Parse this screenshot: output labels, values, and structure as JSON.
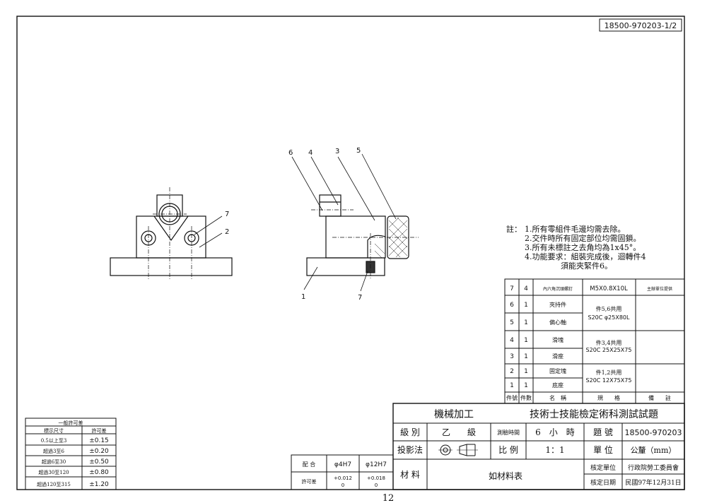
{
  "drawing_number": "18500-970203-1/2",
  "page_number": "12",
  "callouts": {
    "front": [
      "7",
      "2"
    ],
    "side": [
      "6",
      "4",
      "3",
      "5",
      "1",
      "7"
    ]
  },
  "notes": {
    "prefix": "註：",
    "lines": [
      "1.所有零組件毛邊均需去除。",
      "2.交件時所有固定部位均需固鎖。",
      "3.所有未標註之去角均為1x45°。",
      "4.功能要求：組裝完成後，迴轉件4",
      "須能夾緊件6。"
    ]
  },
  "parts_list": {
    "rows": [
      {
        "no": "7",
        "qty": "4",
        "name": "內六角沉頭螺釘",
        "spec": "M5X0.8X10L",
        "remark": "主辦單位提供"
      },
      {
        "no": "6",
        "qty": "1",
        "name": "夾持件",
        "spec": "",
        "remark": ""
      },
      {
        "no": "5",
        "qty": "1",
        "name": "偏心軸",
        "spec": "",
        "remark": ""
      },
      {
        "no": "4",
        "qty": "1",
        "name": "滑塊",
        "spec": "",
        "remark": ""
      },
      {
        "no": "3",
        "qty": "1",
        "name": "滑座",
        "spec": "",
        "remark": ""
      },
      {
        "no": "2",
        "qty": "1",
        "name": "固定塊",
        "spec": "",
        "remark": ""
      },
      {
        "no": "1",
        "qty": "1",
        "name": "底座",
        "spec": "",
        "remark": ""
      }
    ],
    "merged_specs": [
      {
        "line1": "件5,6共用",
        "line2": "S20C φ25X80L"
      },
      {
        "line1": "件3,4共用",
        "line2": "S20C 25X25X75"
      },
      {
        "line1": "件1,2共用",
        "line2": "S20C 12X75X75"
      }
    ],
    "header": [
      "件號",
      "件數",
      "名　稱",
      "規　　格",
      "備　　註"
    ]
  },
  "title_block": {
    "subject": "機械加工",
    "exam_title": "技術士技能檢定術科測試試題",
    "level_label": "級 別",
    "level_value": "乙　　級",
    "time_label": "測驗時間",
    "time_value": "6　小　時",
    "number_label": "題 號",
    "number_value": "18500-970203",
    "projection_label": "投影法",
    "scale_label": "比 例",
    "scale_value": "1：1",
    "unit_label": "單 位",
    "unit_value": "公釐（mm）",
    "material_label": "材 料",
    "material_value": "如材料表",
    "authority_label": "核定單位",
    "authority_value": "行政院勞工委員會",
    "date_label": "核定日期",
    "date_value": "民國97年12月31日"
  },
  "fit_table": {
    "row1_label": "配 合",
    "row2_label": "許可差",
    "col1": {
      "fit": "φ4H7",
      "upper": "+0.012",
      "lower": "0"
    },
    "col2": {
      "fit": "φ12H7",
      "upper": "+0.018",
      "lower": "0"
    }
  },
  "tolerance_table": {
    "title": "一般許可差",
    "header": [
      "標示尺寸",
      "許可差"
    ],
    "rows": [
      [
        "0.5以上至3",
        "±0.15"
      ],
      [
        "超過3至6",
        "±0.20"
      ],
      [
        "超過6至30",
        "±0.50"
      ],
      [
        "超過30至120",
        "±0.80"
      ],
      [
        "超過120至315",
        "±1.20"
      ]
    ]
  }
}
